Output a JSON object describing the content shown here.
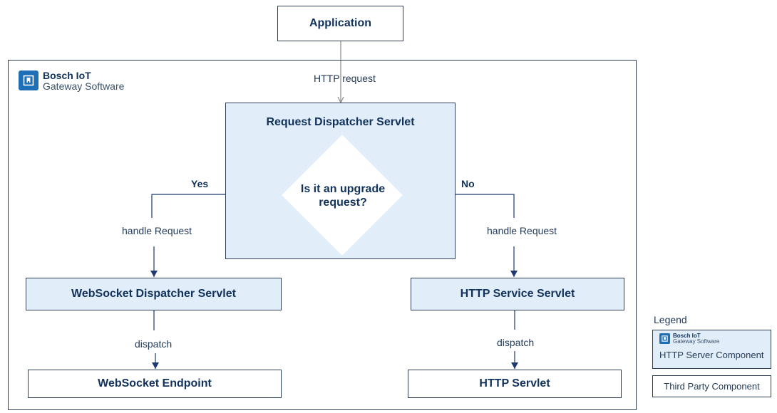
{
  "application": "Application",
  "brand": {
    "name": "Bosch IoT",
    "product": "Gateway Software"
  },
  "http_request_label": "HTTP  request",
  "dispatcher": {
    "title": "Request Dispatcher Servlet",
    "question": "Is it an upgrade request?"
  },
  "branches": {
    "yes": "Yes",
    "no": "No",
    "left_handle": "handle Request",
    "right_handle": "handle Request",
    "left_dispatch": "dispatch",
    "right_dispatch": "dispatch"
  },
  "websocket_dispatcher": "WebSocket Dispatcher Servlet",
  "http_service": "HTTP Service Servlet",
  "websocket_endpoint": "WebSocket Endpoint",
  "http_servlet": "HTTP Servlet",
  "legend": {
    "title": "Legend",
    "brand_name": "Bosch IoT",
    "brand_product": "Gateway Software",
    "server_component": "HTTP Server Component",
    "third_party": "Third Party Component"
  },
  "colors": {
    "component_fill": "#e1edf9",
    "brand_blue": "#1e6fb5",
    "text": "#11325a"
  }
}
